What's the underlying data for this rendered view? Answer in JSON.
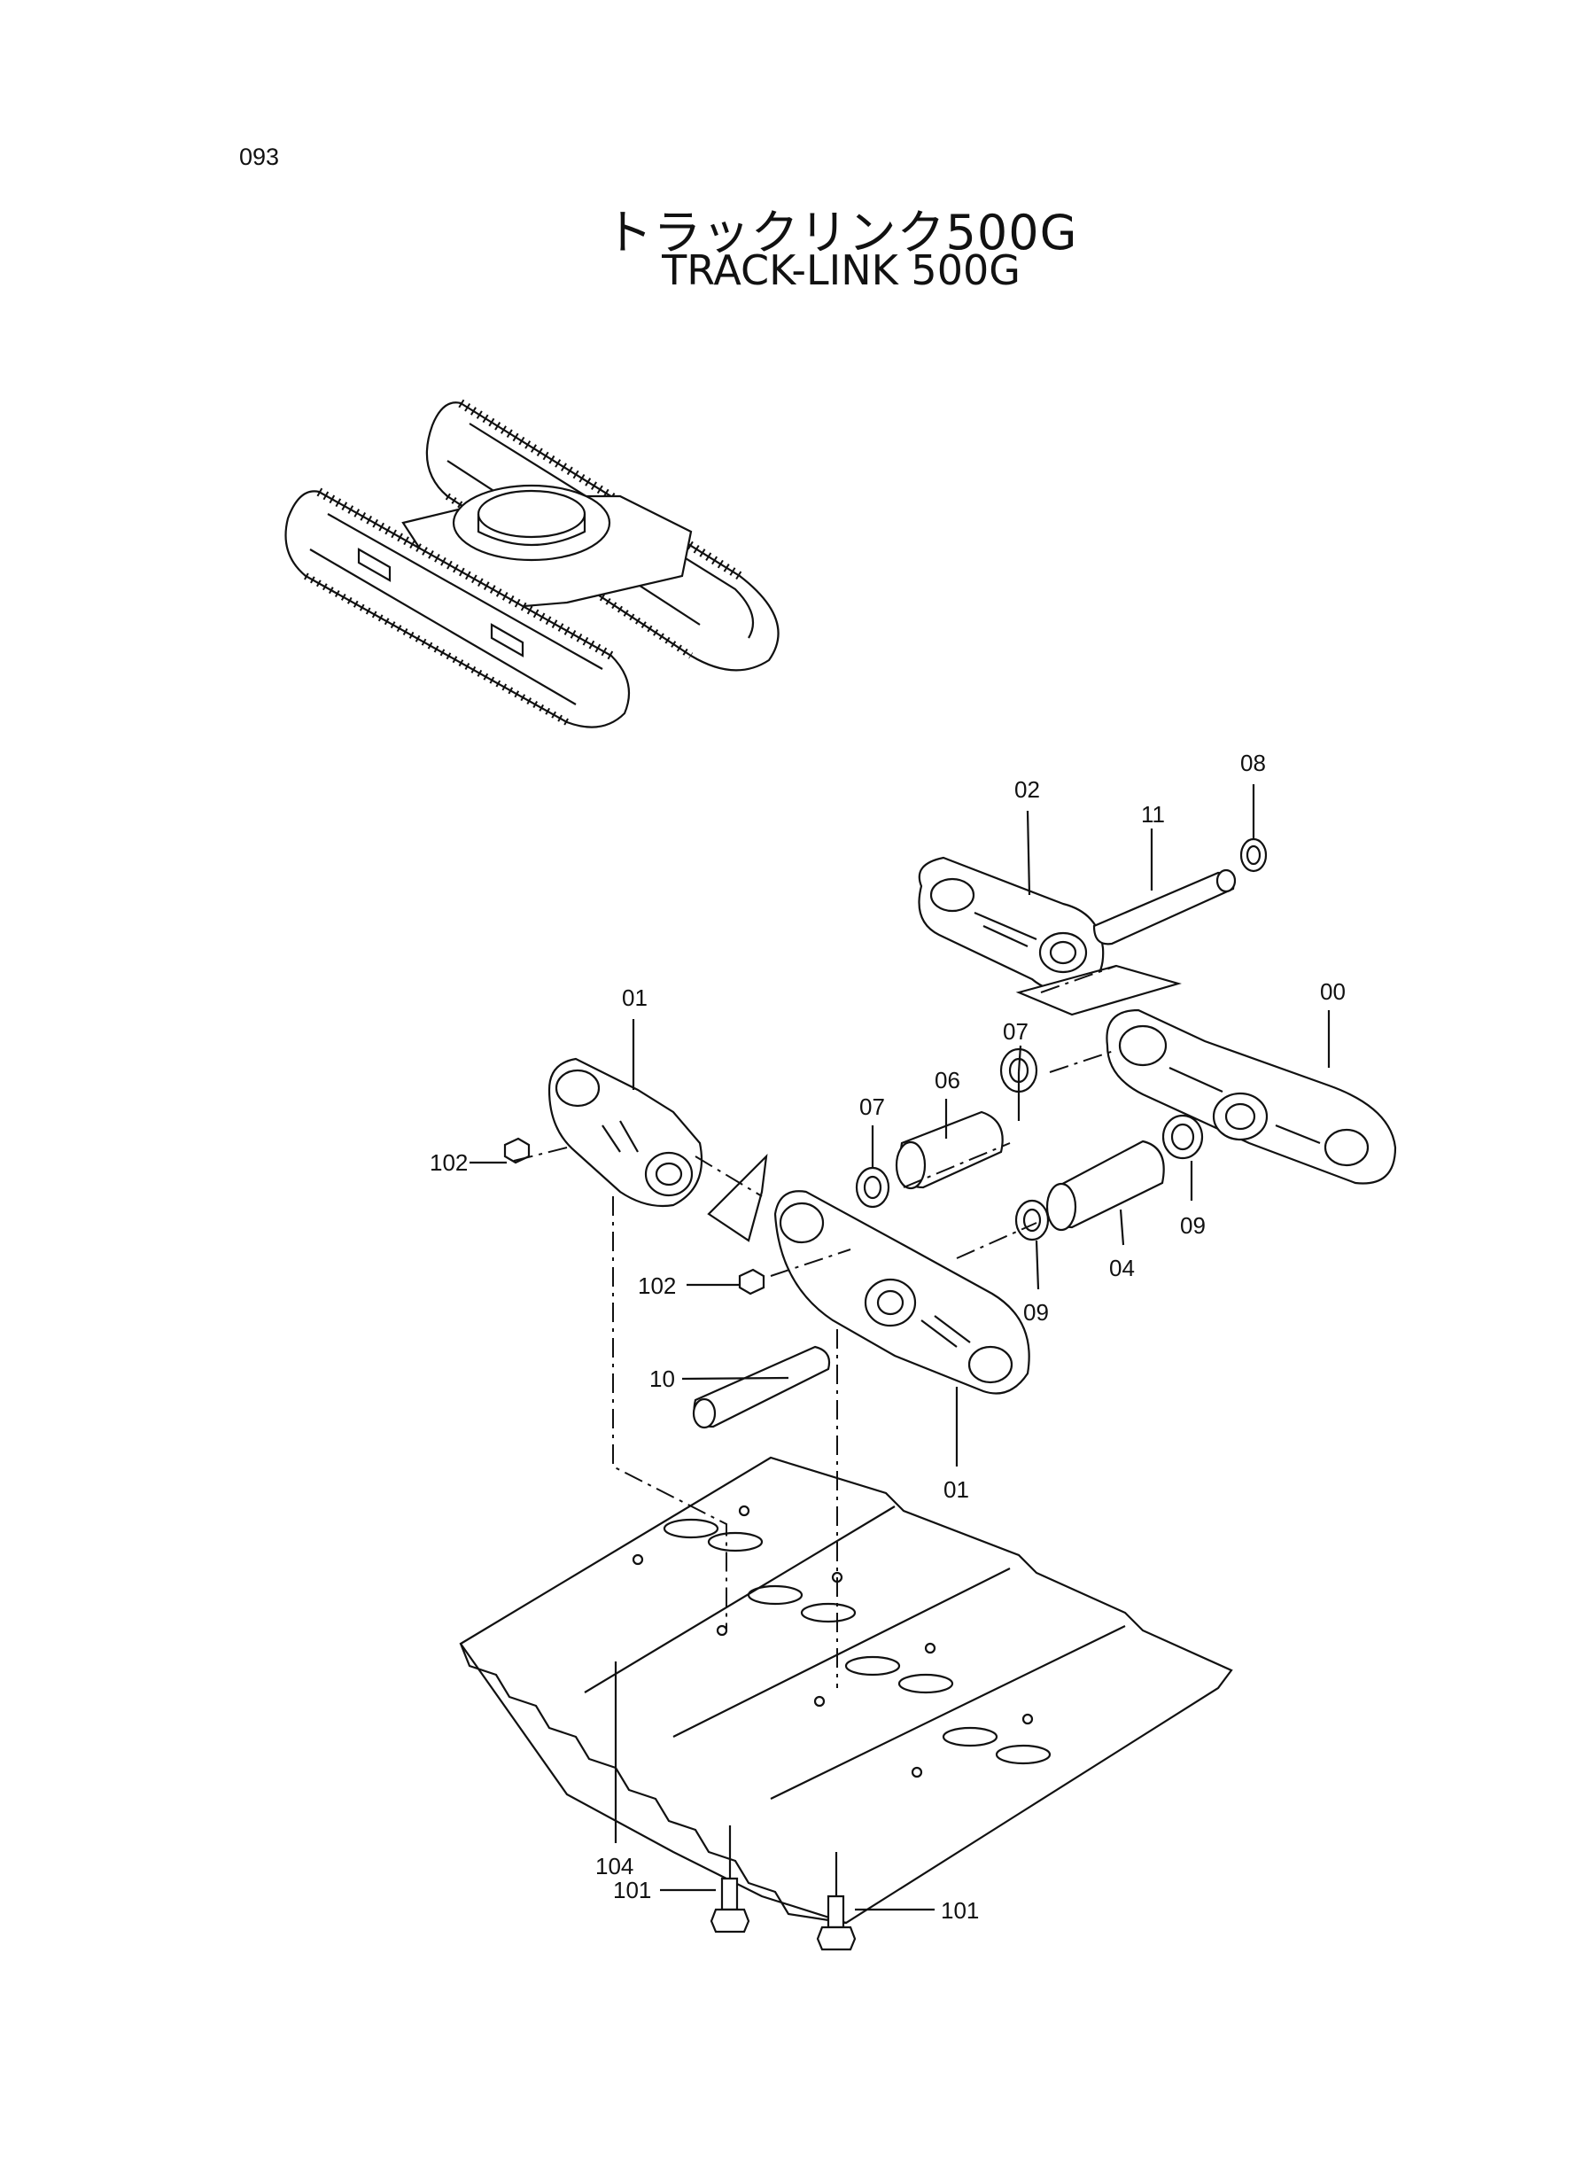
{
  "page": {
    "number": "093",
    "title_jp": "トラックリンク500G",
    "title_en": "TRACK-LINK 500G"
  },
  "callouts": {
    "c00": "00",
    "c01_left": "01",
    "c01_bottom": "01",
    "c02": "02",
    "c04": "04",
    "c06": "06",
    "c07_upper": "07",
    "c07_lower": "07",
    "c08": "08",
    "c09_right": "09",
    "c09_lower": "09",
    "c10": "10",
    "c11": "11",
    "c101_left": "101",
    "c101_right": "101",
    "c102_upper": "102",
    "c102_lower": "102",
    "c104": "104"
  }
}
